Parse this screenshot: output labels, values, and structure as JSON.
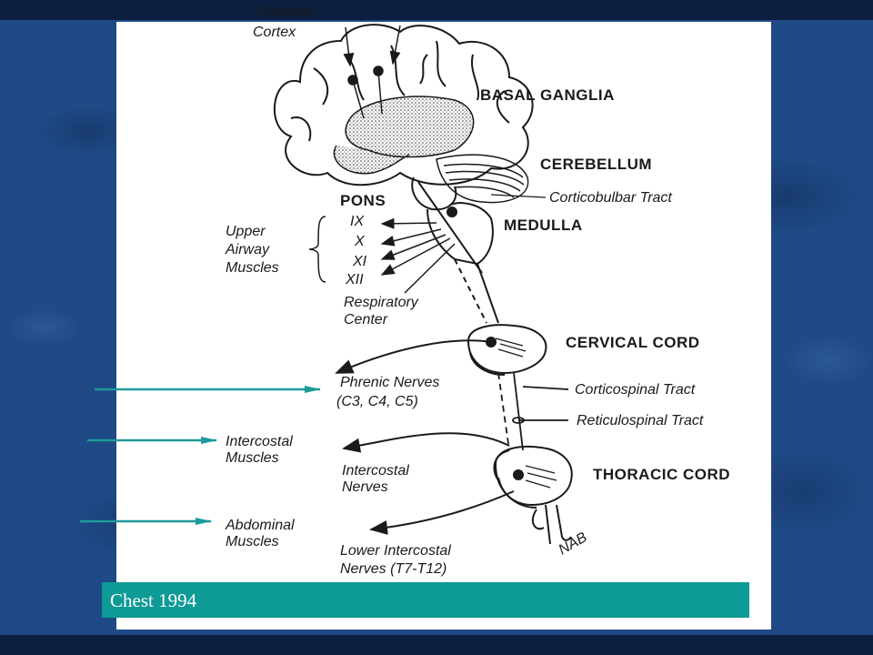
{
  "labels": {
    "premotor": "Premotor",
    "cortex": "Cortex",
    "basal_ganglia": "BASAL GANGLIA",
    "cerebellum": "CEREBELLUM",
    "corticobulbar": "Corticobulbar Tract",
    "pons": "PONS",
    "medulla": "MEDULLA",
    "upper": "Upper",
    "airway": "Airway",
    "muscles": "Muscles",
    "nerve_ix": "IX",
    "nerve_x": "X",
    "nerve_xi": "XI",
    "nerve_xii": "XII",
    "respiratory": "Respiratory",
    "center": "Center",
    "cervical_cord": "CERVICAL CORD",
    "phrenic_nerves": "Phrenic Nerves",
    "phrenic_roots": "(C3, C4, C5)",
    "corticospinal": "Corticospinal Tract",
    "reticulospinal": "Reticulospinal Tract",
    "intercostal_muscles_1": "Intercostal",
    "intercostal_muscles_2": "Muscles",
    "intercostal_nerves_1": "Intercostal",
    "intercostal_nerves_2": "Nerves",
    "thoracic_cord": "THORACIC CORD",
    "abdominal_muscles_1": "Abdominal",
    "abdominal_muscles_2": "Muscles",
    "lower_intercostal_1": "Lower Intercostal",
    "lower_intercostal_2": "Nerves (T7-T12)",
    "initials": "NAB"
  },
  "caption": "Chest 1994",
  "colors": {
    "background": "#1f4a86",
    "caption_bar": "#0e9a96",
    "pointer_arrow": "#1e9a9a",
    "line_art": "#1a1a1a"
  }
}
